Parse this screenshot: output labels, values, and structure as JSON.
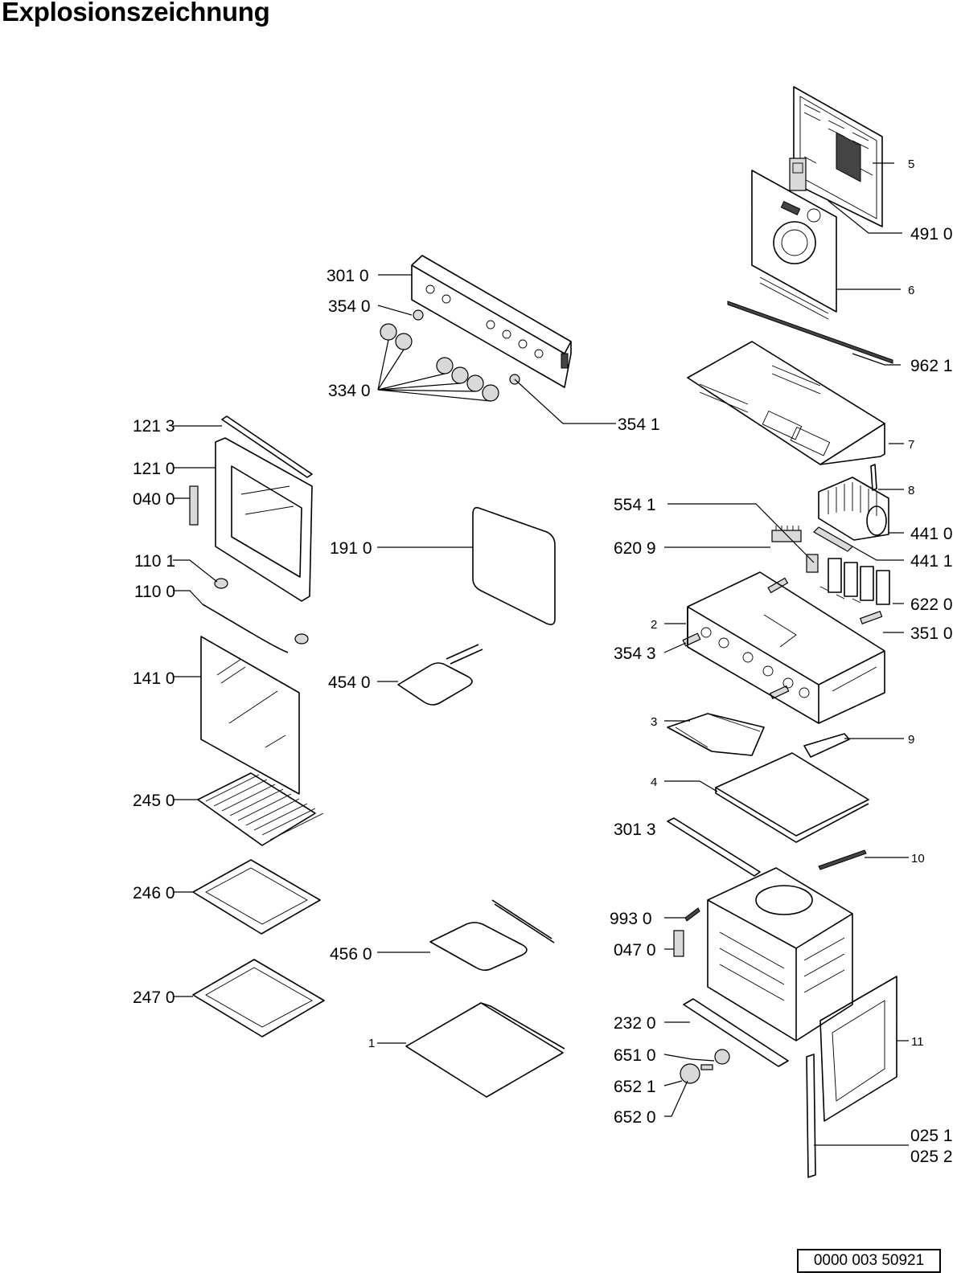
{
  "title": "Explosionszeichnung",
  "drawing_number": "0000 003 50921",
  "labels": {
    "p3010": "301 0",
    "p3540": "354 0",
    "p3340": "334 0",
    "p3541": "354 1",
    "p1213": "121 3",
    "p1210": "121 0",
    "p0400": "040 0",
    "p1910": "191 0",
    "p1101": "110 1",
    "p1100": "110 0",
    "p1410": "141 0",
    "p4540": "454 0",
    "p2450": "245 0",
    "p2460": "246 0",
    "p4560": "456 0",
    "p2470": "247 0",
    "p1": "1",
    "p5": "5",
    "p4910": "491 0",
    "p6": "6",
    "p9621": "962 1",
    "p7": "7",
    "p8": "8",
    "p5541": "554 1",
    "p4410": "441 0",
    "p6209": "620 9",
    "p4411": "441 1",
    "p6220": "622 0",
    "p2": "2",
    "p3510": "351 0",
    "p3543": "354 3",
    "p3": "3",
    "p9": "9",
    "p4": "4",
    "p3013": "301 3",
    "p10": "10",
    "p9930": "993 0",
    "p0470": "047 0",
    "p2320": "232 0",
    "p11": "11",
    "p6510": "651 0",
    "p6521": "652 1",
    "p6520": "652 0",
    "p0251": "025 1",
    "p0252": "025 2"
  }
}
